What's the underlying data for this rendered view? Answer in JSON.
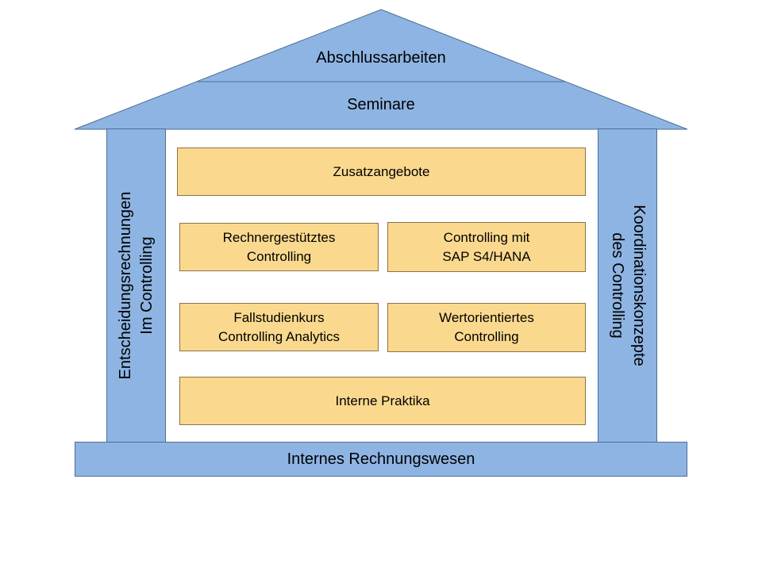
{
  "roof": {
    "top_label": "Abschlussarbeiten",
    "bottom_label": "Seminare"
  },
  "pillars": {
    "left": {
      "line1": "Entscheidungsrechnungen",
      "line2": "Im Controlling"
    },
    "right": {
      "line1": "Koordinationskonzepte",
      "line2": "des Controlling"
    }
  },
  "foundation": {
    "label": "Internes Rechnungswesen"
  },
  "modules": {
    "top": {
      "line1": "Zusatzangebote"
    },
    "row1_left": {
      "line1": "Rechnergestütztes",
      "line2": "Controlling"
    },
    "row1_right": {
      "line1": "Controlling mit",
      "line2": "SAP S4/HANA"
    },
    "row2_left": {
      "line1": "Fallstudienkurs",
      "line2": "Controlling Analytics"
    },
    "row2_right": {
      "line1": "Wertorientiertes",
      "line2": "Controlling"
    },
    "bottom": {
      "line1": "Interne Praktika"
    }
  },
  "colors": {
    "structure_fill": "#8eb4e3",
    "structure_stroke": "#4f6f95",
    "module_fill": "#fad98e",
    "module_stroke": "#8a7448"
  }
}
